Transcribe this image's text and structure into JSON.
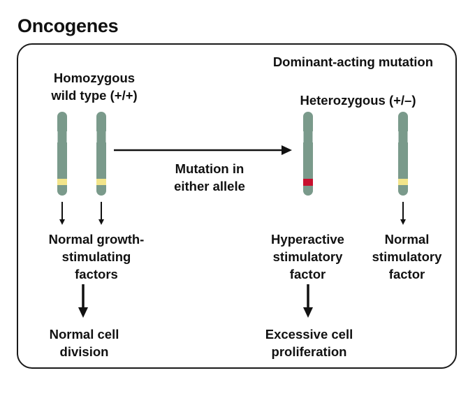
{
  "title": "Oncogenes",
  "panel": {
    "header": "Dominant-acting mutation",
    "left_genotype": "Homozygous\nwild type (+/+)",
    "right_genotype": "Heterozygous (+/–)",
    "arrow_label": "Mutation in\neither allele",
    "left_product": "Normal growth-\nstimulating\nfactors",
    "left_outcome": "Normal cell\ndivision",
    "mutant_product": "Hyperactive\nstimulatory\nfactor",
    "normal_product": "Normal\nstimulatory\nfactor",
    "right_outcome": "Excessive cell\nproliferation"
  },
  "colors": {
    "chromosome": "#7a9a8b",
    "normal_allele": "#f2e48a",
    "mutant_allele": "#c8102e",
    "line": "#111111"
  }
}
